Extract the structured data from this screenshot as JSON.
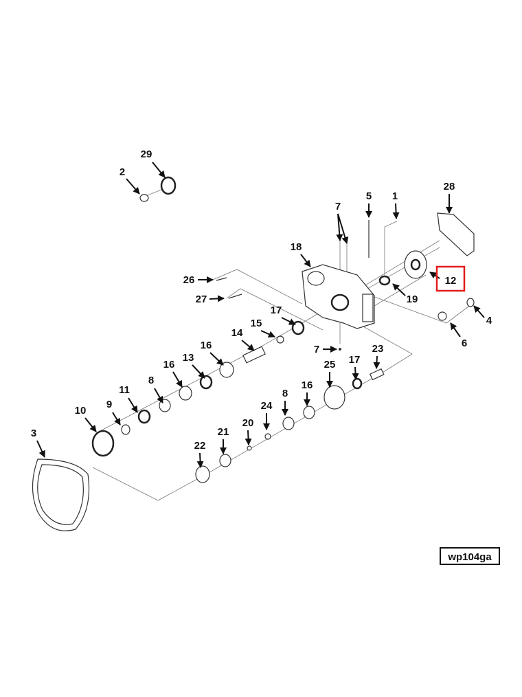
{
  "diagram": {
    "figure_id": "wp104ga",
    "highlighted_callout": "12",
    "highlight_color": "#e21b1b",
    "callouts": [
      "29",
      "2",
      "7",
      "5",
      "1",
      "28",
      "18",
      "26",
      "27",
      "12",
      "19",
      "4",
      "6",
      "17",
      "15",
      "14",
      "7",
      "23",
      "16",
      "13",
      "16",
      "8",
      "11",
      "9",
      "10",
      "3",
      "25",
      "17",
      "16",
      "8",
      "24",
      "20",
      "21",
      "22"
    ]
  }
}
